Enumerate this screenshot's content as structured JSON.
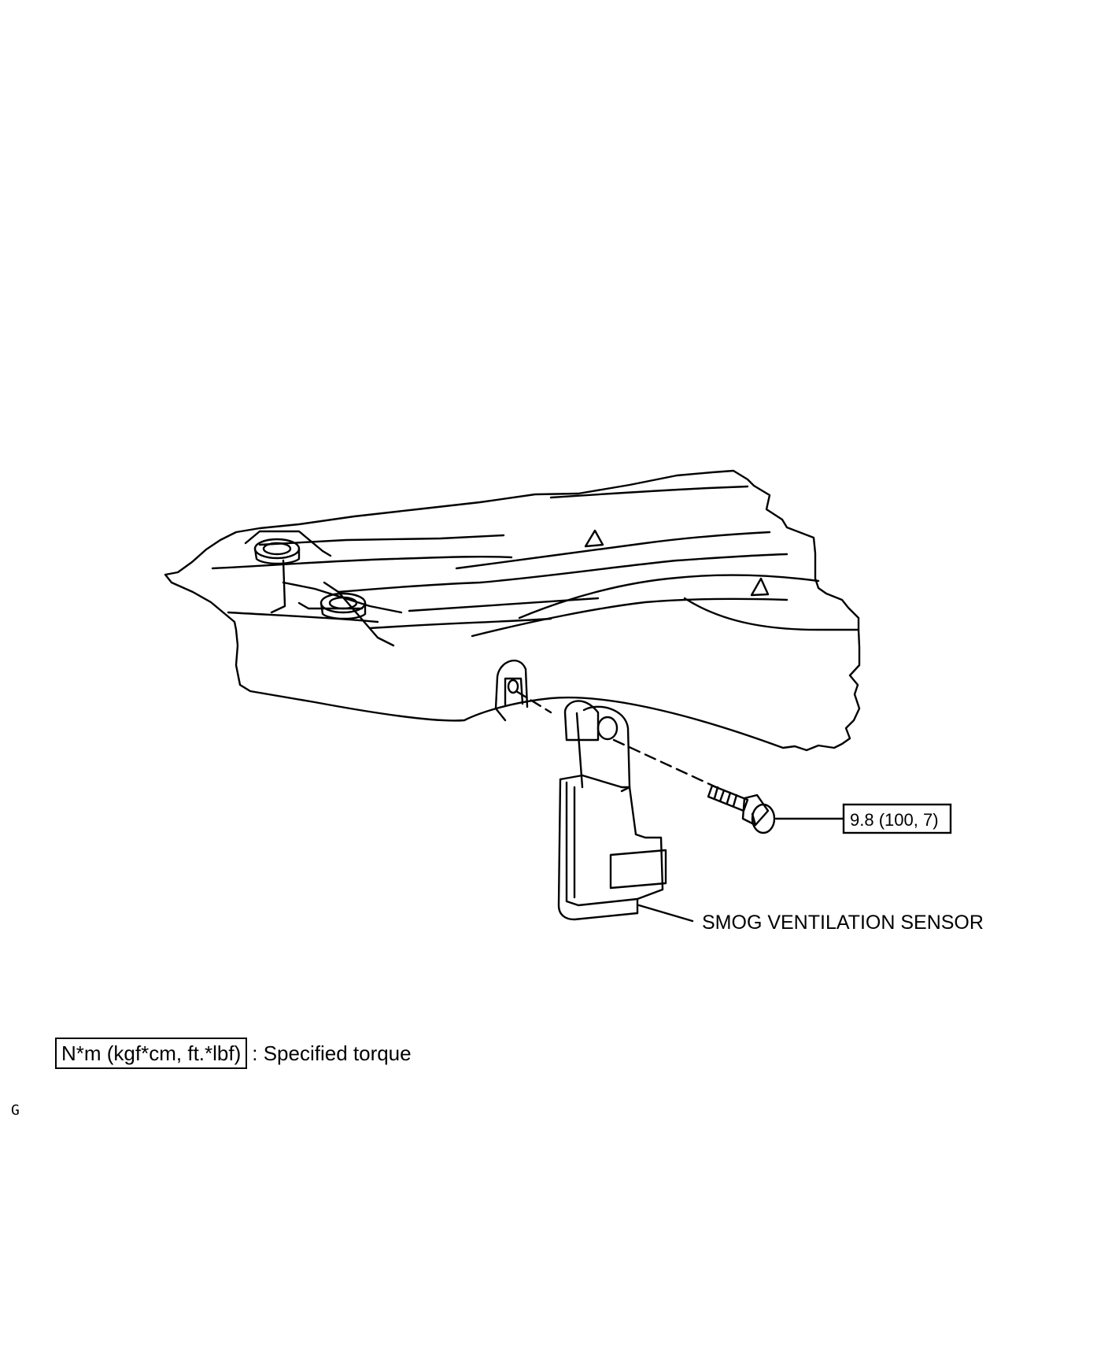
{
  "diagram": {
    "torque_label": "9.8 (100, 7)",
    "part_label": "SMOG VENTILATION SENSOR"
  },
  "legend": {
    "box_text": "N*m (kgf*cm, ft.*lbf)",
    "description": ": Specified torque"
  },
  "footer": {
    "code": "G"
  }
}
